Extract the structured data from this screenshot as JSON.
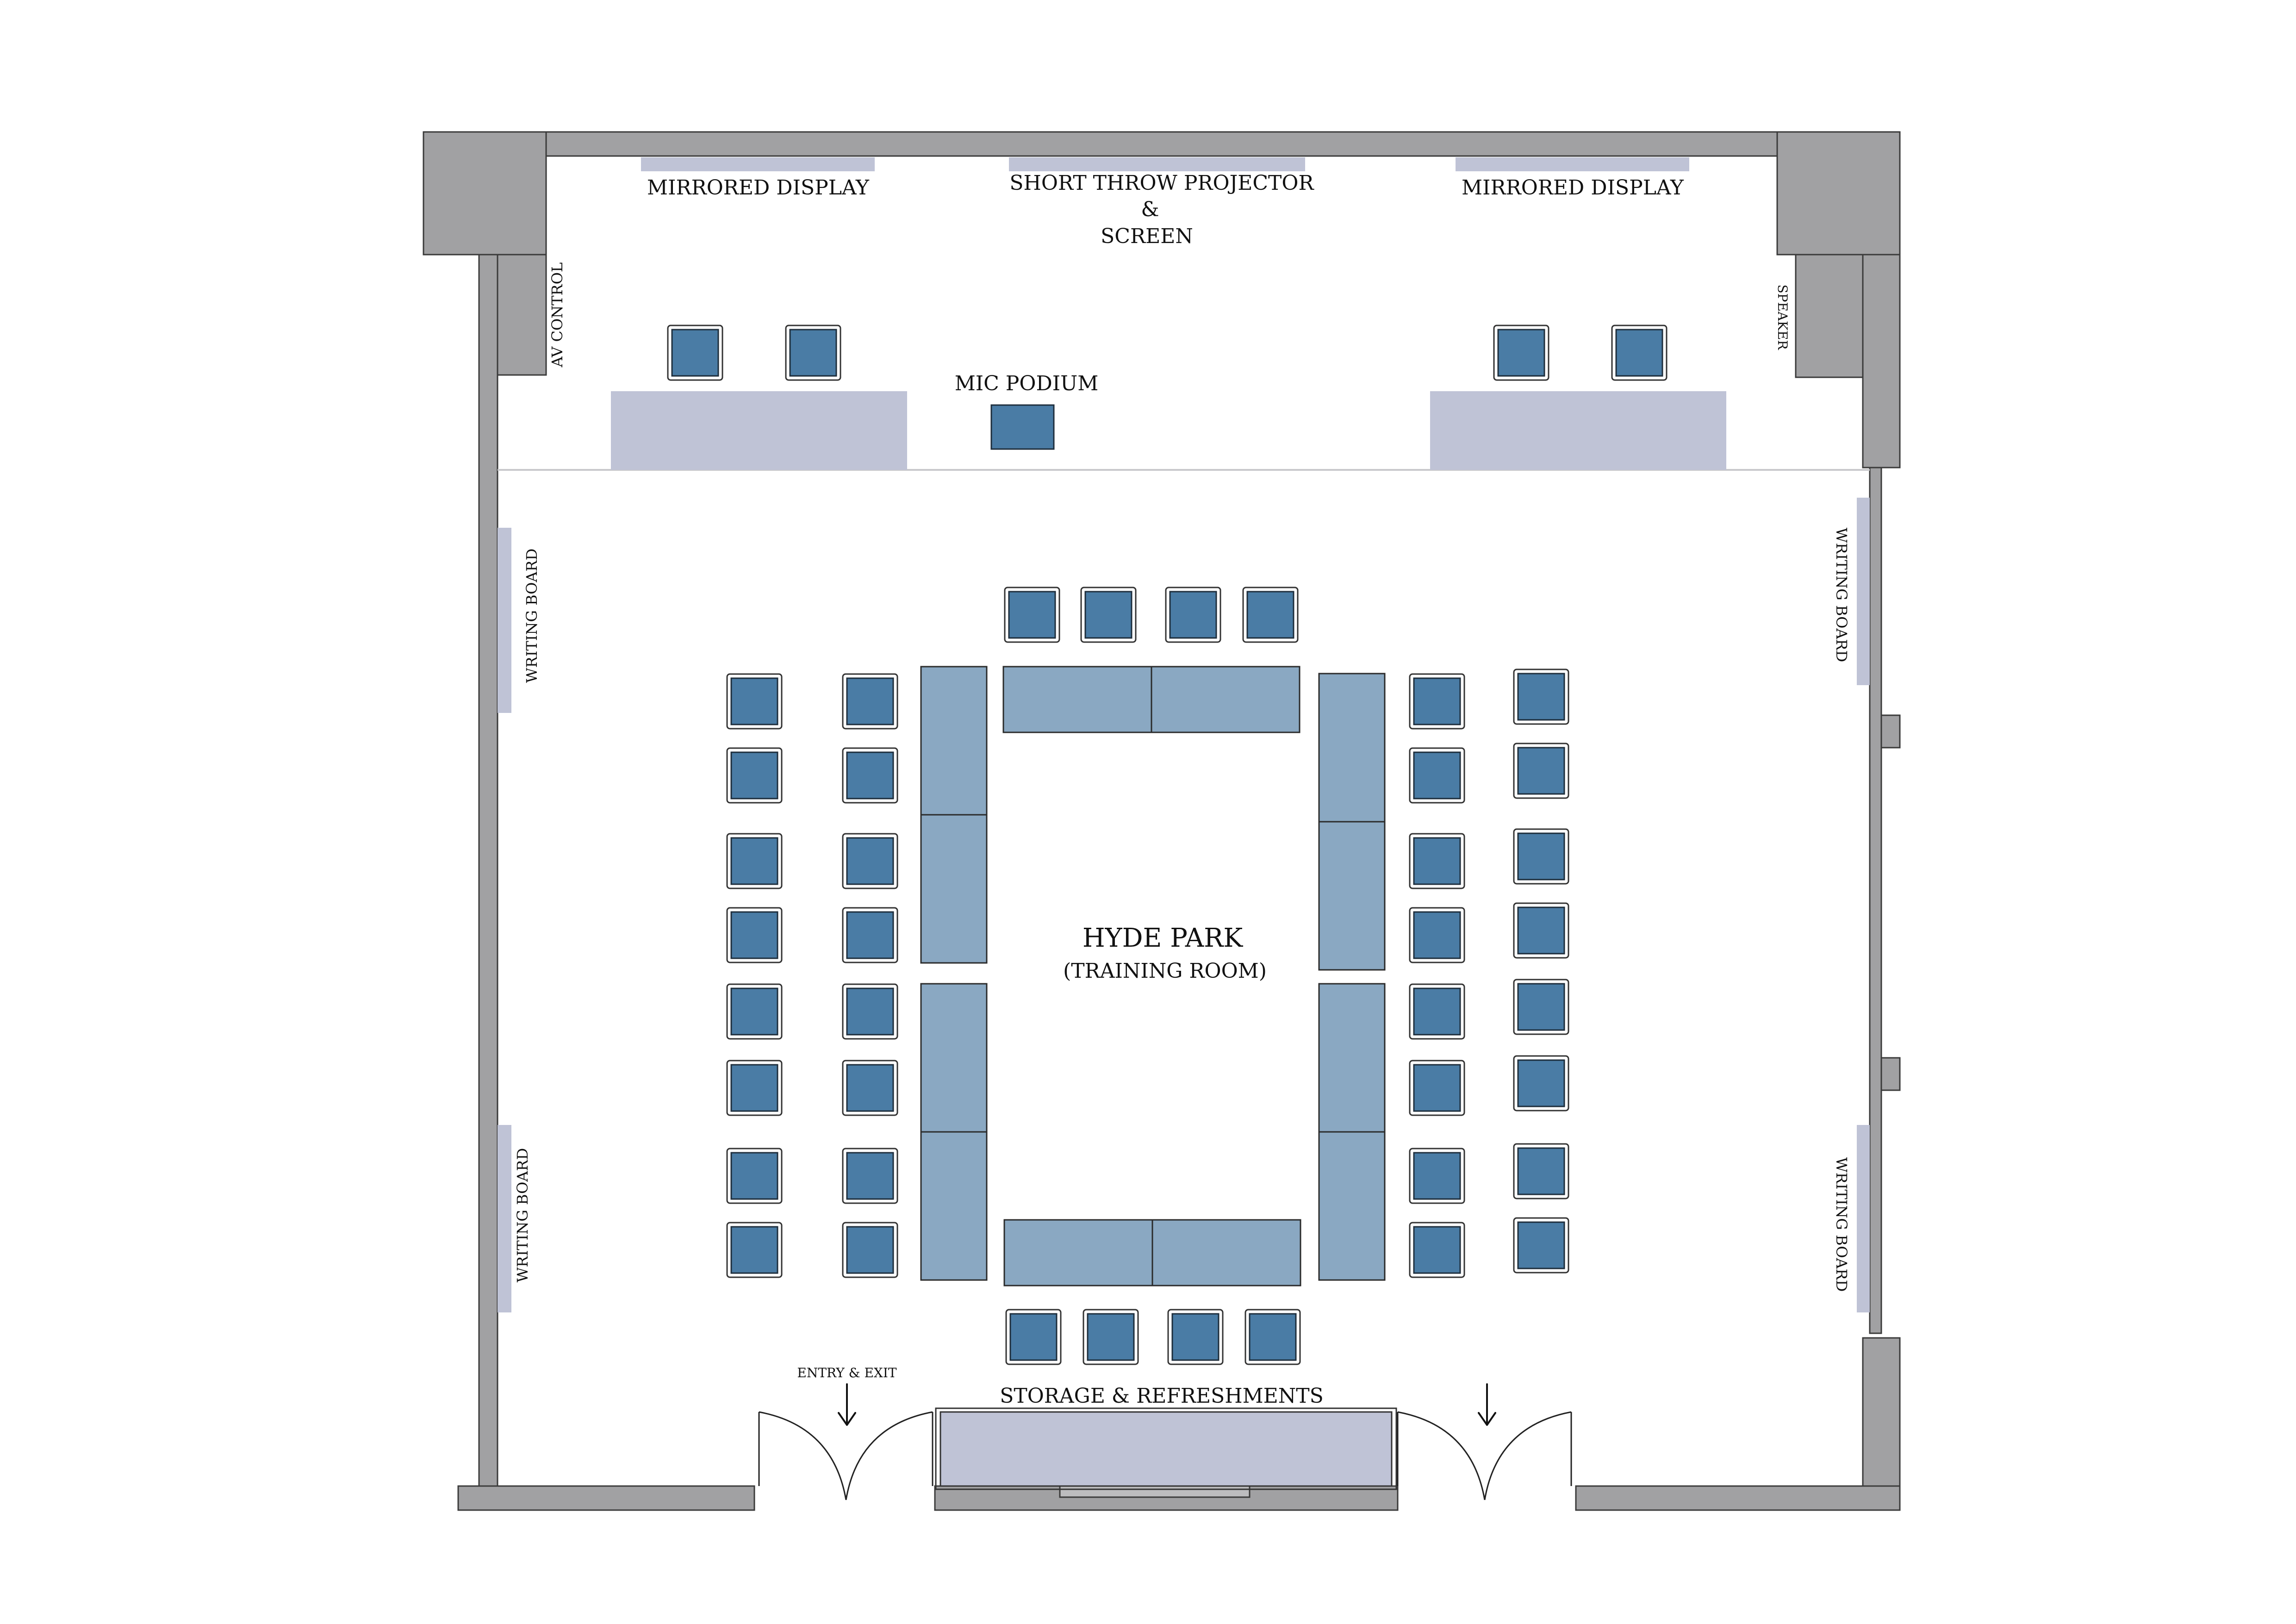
{
  "labels": {
    "mirrored_display_left": "MIRRORED DISPLAY",
    "projector_line1": "SHORT THROW PROJECTOR",
    "projector_amp": "&",
    "projector_line2": "SCREEN",
    "mirrored_display_right": "MIRRORED DISPLAY",
    "av_control": "AV  CONTROL",
    "speaker": "SPEAKER",
    "mic_podium": "MIC PODIUM",
    "writing_board_left_top": "WRITING BOARD",
    "writing_board_left_bottom": "WRITING BOARD",
    "writing_board_right_top": "WRITING BOARD",
    "writing_board_right_bottom": "WRITING BOARD",
    "room_name": "HYDE PARK",
    "room_type": "(TRAINING ROOM)",
    "entry_exit": "ENTRY & EXIT",
    "storage": "STORAGE & REFRESHMENTS"
  },
  "colors": {
    "wall": "#a1a1a3",
    "board": "#bfc3d6",
    "table": "#8aa8c2",
    "chair_seat": "#4a7ca5"
  },
  "icons": {
    "chair": "chair-icon",
    "door": "door-swing-icon",
    "arrow": "arrow-down-icon"
  }
}
